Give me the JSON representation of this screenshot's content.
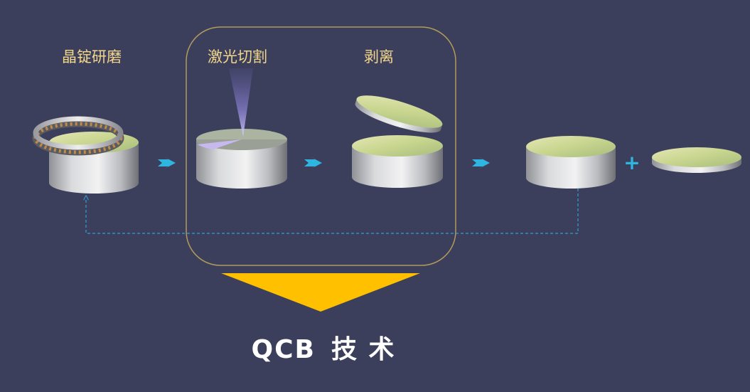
{
  "steps": [
    {
      "label": "晶锭研磨"
    },
    {
      "label": "激光切割"
    },
    {
      "label": "剥离"
    }
  ],
  "plus_symbol": "+",
  "title": {
    "part1": "QCB",
    "part2": "技 术"
  },
  "colors": {
    "background": "#3c3f5c",
    "label_text": "#f2d68a",
    "highlight_box": "#b19a5a",
    "flow_arrow": "#2fb6e0",
    "dashed_loop": "#2f9fd6",
    "big_arrow": "#ffc000",
    "title_text": "#ffffff"
  },
  "icons": [
    "grinding-ring-icon",
    "laser-beam-icon",
    "flow-arrow-icon",
    "plus-icon",
    "big-down-arrow-icon"
  ]
}
